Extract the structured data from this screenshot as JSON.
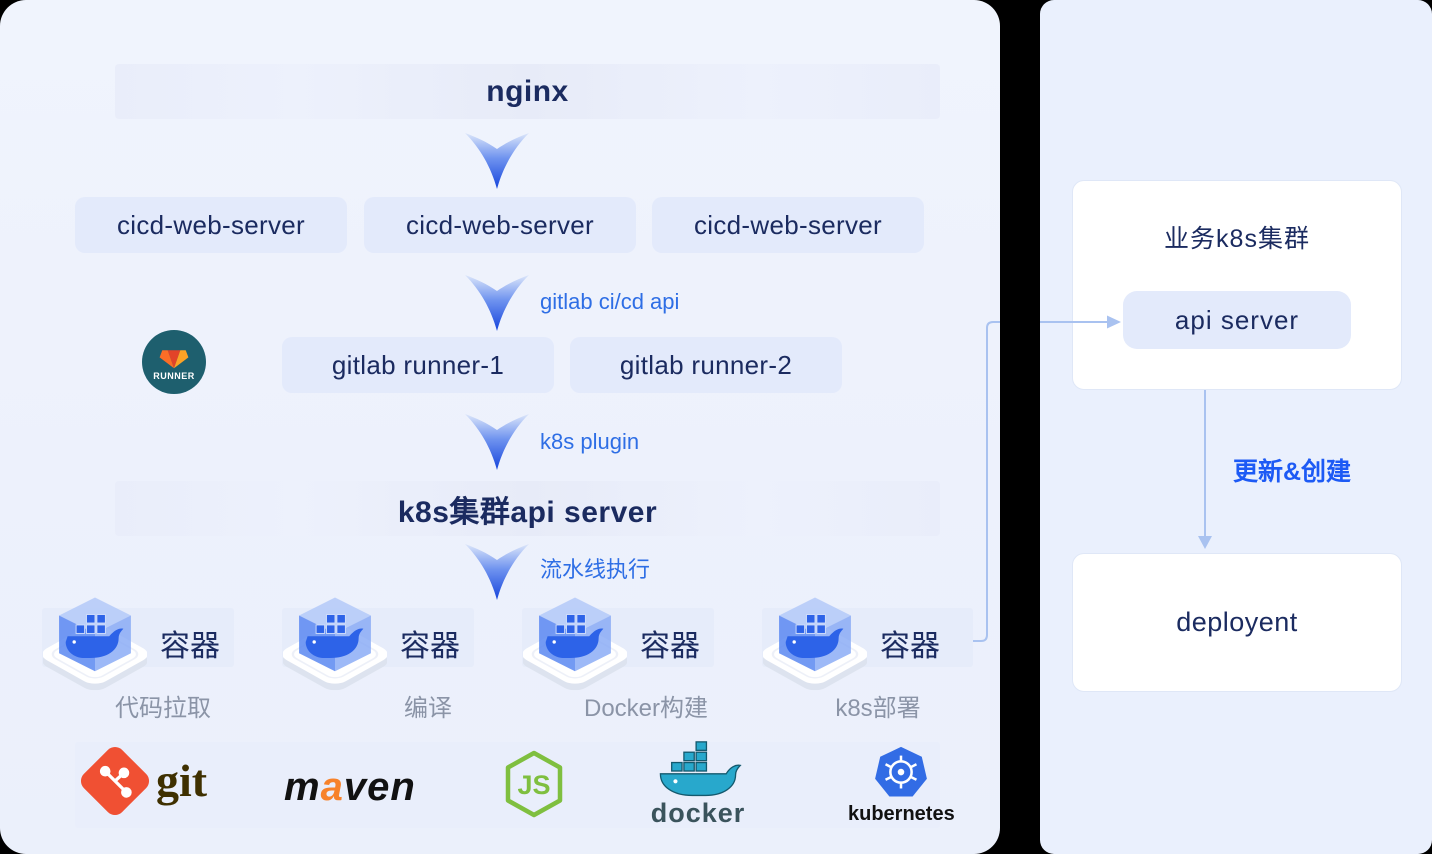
{
  "left_panel": {
    "nginx_label": "nginx",
    "web_servers": [
      "cicd-web-server",
      "cicd-web-server",
      "cicd-web-server"
    ],
    "gitlab_api_label": "gitlab ci/cd api",
    "runners": [
      "gitlab runner-1",
      "gitlab runner-2"
    ],
    "runner_badge_text": "RUNNER",
    "k8s_plugin_label": "k8s plugin",
    "k8s_api_banner": "k8s集群api server",
    "pipeline_label": "流水线执行",
    "containers": [
      {
        "label": "容器",
        "step": "代码拉取"
      },
      {
        "label": "容器",
        "step": "编译"
      },
      {
        "label": "容器",
        "step": "Docker构建"
      },
      {
        "label": "容器",
        "step": "k8s部署"
      }
    ],
    "tools": {
      "git": "git",
      "maven_m": "m",
      "maven_a": "a",
      "maven_ven": "ven",
      "nodejs": "JS",
      "docker": "docker",
      "kubernetes": "kubernetes"
    }
  },
  "right_panel": {
    "cluster_title": "业务k8s集群",
    "api_server_label": "api server",
    "update_label": "更新&创建",
    "deployment_label": "deployent"
  },
  "colors": {
    "page_bg": "#000000",
    "left_panel_bg": "#eef2fc",
    "right_panel_bg": "#eaf0fd",
    "node_box_bg": "#e3eafb",
    "navy_text": "#1b2b60",
    "arrow_label_blue": "#2e6ee5",
    "bright_blue": "#1d5af5",
    "arrow_gradient_end": "#1544dc",
    "connector_line": "#a9c2f0",
    "muted_step_text": "#8b94a7",
    "gitlab_runner_teal": "#1e5f6e",
    "git_orange": "#f05033",
    "node_green": "#7fbf3f",
    "docker_teal": "#28a8cc",
    "kubernetes_blue": "#326ce5"
  }
}
